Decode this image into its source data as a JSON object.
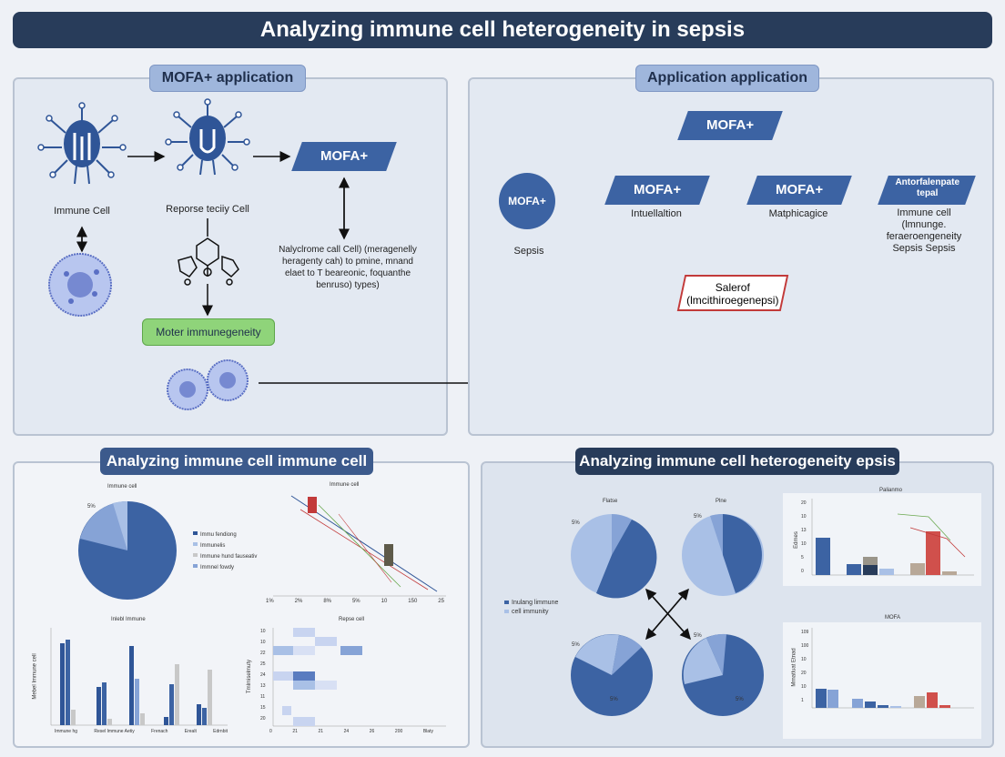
{
  "title": "Analyzing immune cell heterogeneity in sepsis",
  "colors": {
    "primary": "#3c63a3",
    "dark": "#283c5a",
    "light": "#a9c0e6",
    "green": "#8fd47a",
    "red": "#c23a3a"
  },
  "panel_top_left": {
    "heading": "MOFA+ application",
    "immune_cell_label": "Immune Cell",
    "response_cell_label": "Reporse teciiy Cell",
    "mofa_box": "MOFA+",
    "description": "Nalyclrome call Cell) (meragenelly heragenty cah) to pmine, mnand elaet to T beareonic, foquanthe benruso) types)",
    "green_box": "Moter immunegeneity"
  },
  "panel_top_right": {
    "heading": "Application application",
    "top_node": "MOFA+",
    "circle_node": "MOFA+",
    "circle_label": "Sepsis",
    "node_a": "MOFA+",
    "node_a_label": "Intuellaltion",
    "node_b": "MOFA+",
    "node_b_label": "Matphicagice",
    "node_c": "Antorfalenpate tepal",
    "node_c_label": "Immune cell (lmnunge. feraeroengeneity Sepsis Sepsis",
    "red_box": "Salerof (lmcithiroegenepsi)"
  },
  "panel_bottom_left": {
    "heading": "Analyzing immune cell immune cell",
    "pie_title": "Immune cell",
    "pie_pct": "5%",
    "legend": [
      "Immu fendiong",
      "Immunelis",
      "Immune hund fauseativ",
      "Immnel fowdy"
    ],
    "line_title": "Immune cell",
    "line_ticks": [
      "1%",
      "2%",
      "8%",
      "5%",
      "10",
      "150",
      "25"
    ],
    "bar_title": "Inlebl Immune",
    "bar_ylabel": "Mebel Immune cell",
    "bar_cats": [
      "Immune hg",
      "Resel Immune Aetiy",
      "Frenach",
      "Erealt",
      "Edrnbit"
    ],
    "heat_title": "Repse cell",
    "heat_ylabel": "Tmlmiselmuty",
    "heat_xticks": [
      "0",
      "21",
      "21",
      "24",
      "26",
      "200",
      "Blaty"
    ],
    "heat_yticks": [
      "10",
      "10",
      "22",
      "25",
      "24",
      "13",
      "11",
      "15",
      "20"
    ]
  },
  "panel_bottom_right": {
    "heading": "Analyzing immune cell heterogeneity epsis",
    "pie1_title": "Flatse",
    "pie2_title": "Plne",
    "pct_a": "5%",
    "pct_b": "5%",
    "pct_c": "5%",
    "pct_d": "5%",
    "pct_e": "5%",
    "pct_f": "5%",
    "legend": [
      "Inulang limmune",
      "cell immunity"
    ],
    "top_chart_title": "Palianmo",
    "top_chart_ylabel": "Edmes",
    "top_chart_yticks": [
      "20",
      "10",
      "13",
      "10",
      "5",
      "0"
    ],
    "bottom_chart_title": "MOFA",
    "bottom_chart_ylabel": "Mrnatluat Etnad",
    "bottom_chart_yticks": [
      "109",
      "100",
      "10",
      "20",
      "10",
      "1"
    ]
  }
}
